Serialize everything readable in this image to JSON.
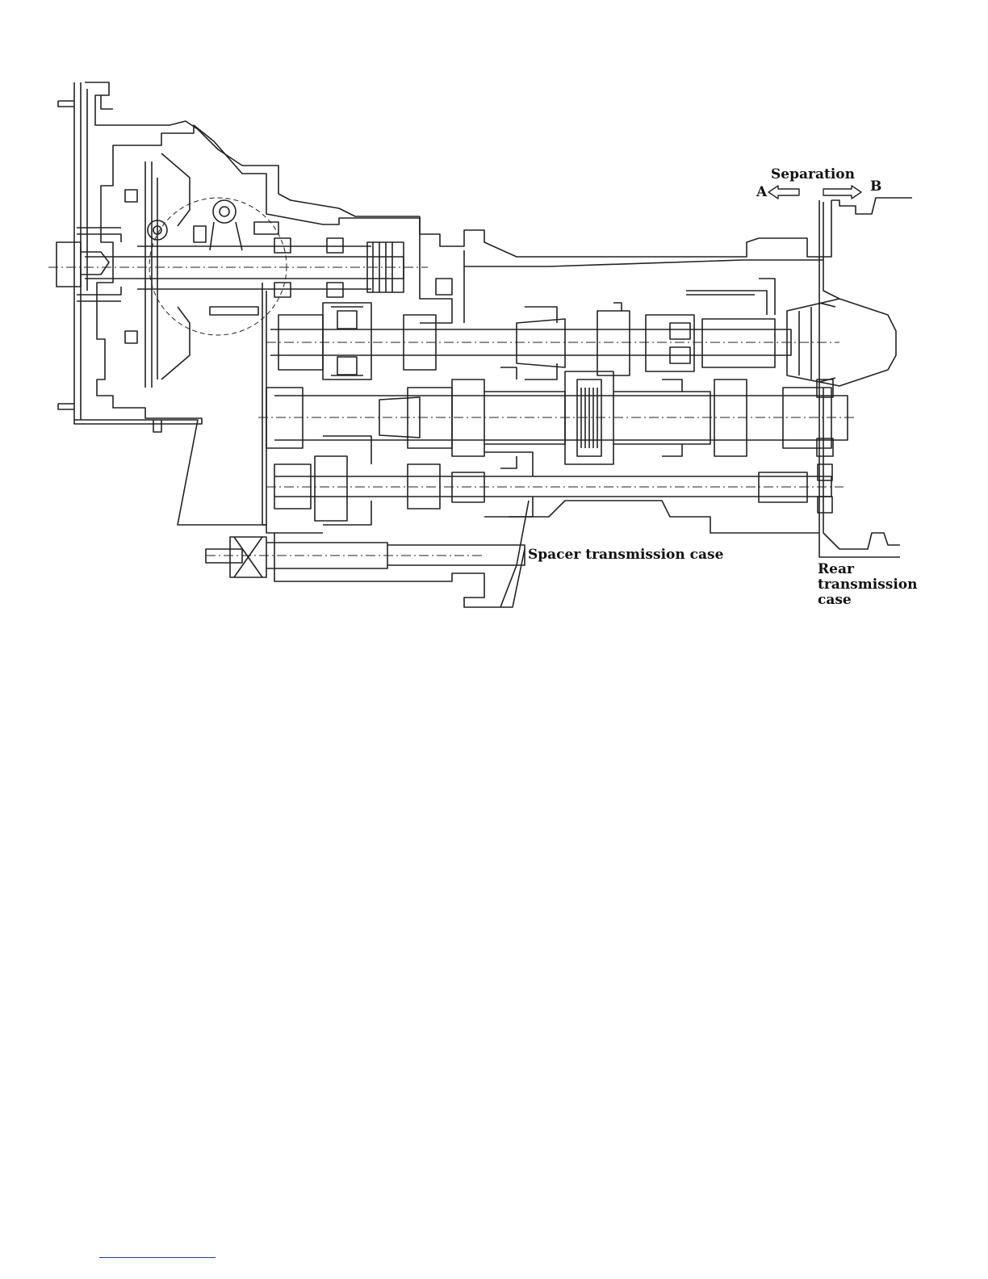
{
  "labels": {
    "separation": "Separation",
    "side_a": "A",
    "side_b": "B",
    "spacer_case": "Spacer transmission case",
    "rear_case_lines": [
      "Rear",
      "transmission",
      "case"
    ]
  },
  "colors": {
    "line": "#222222",
    "link_rule": "#1a3a9c"
  }
}
